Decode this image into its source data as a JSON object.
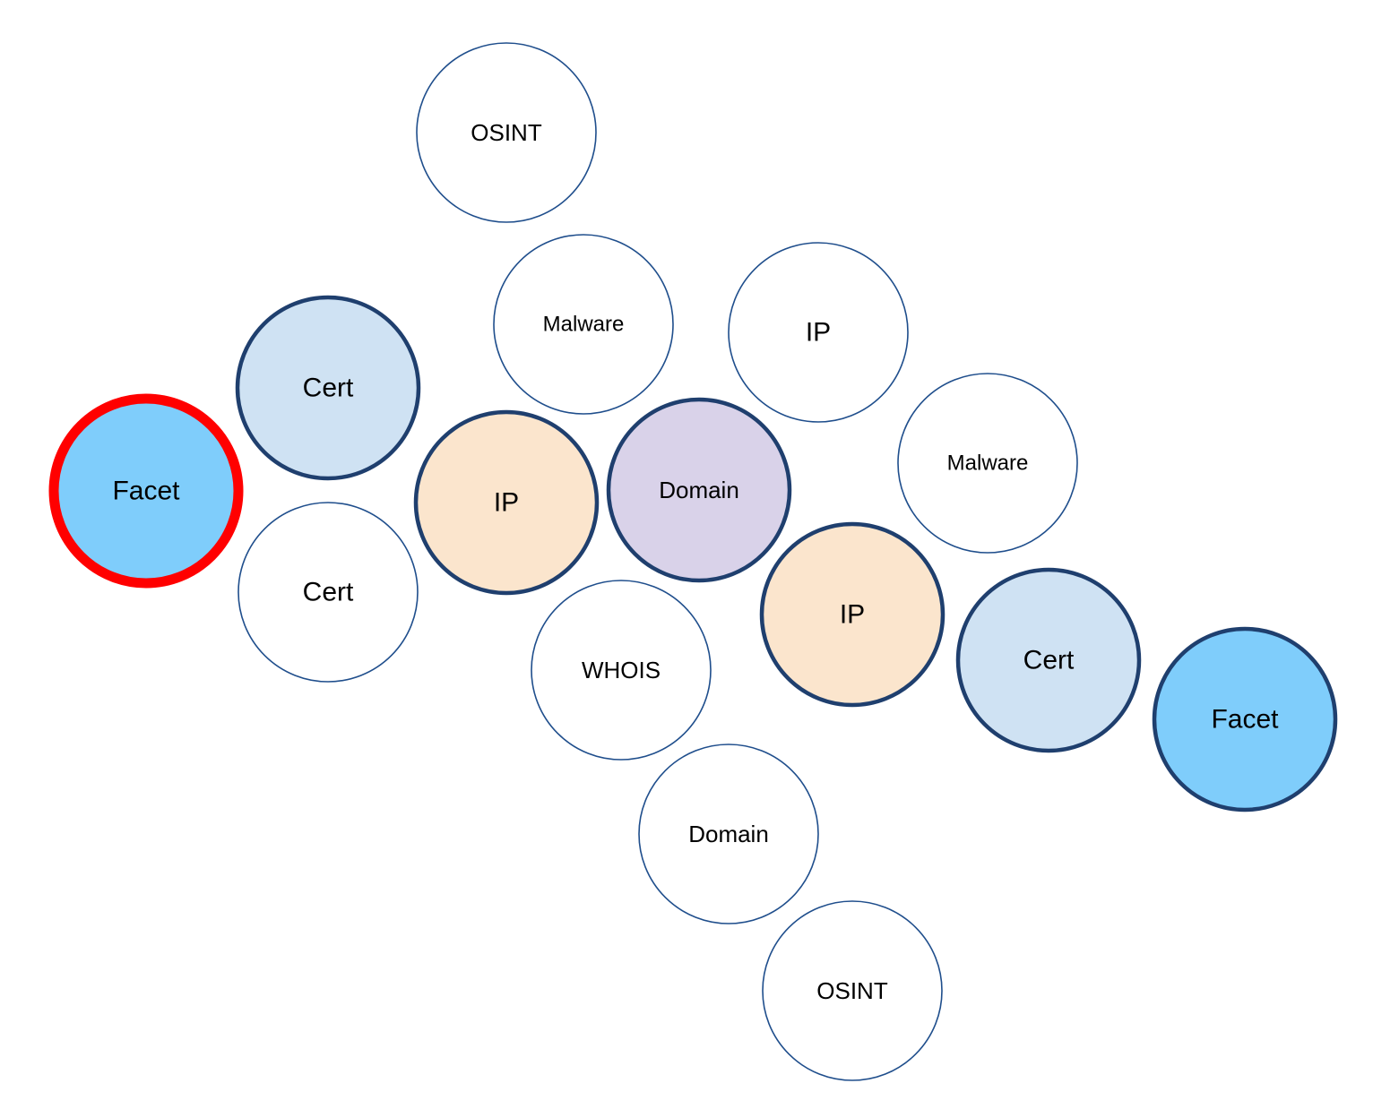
{
  "diagram": {
    "nodes": [
      {
        "id": "osint-top",
        "label": "OSINT",
        "fill": "#ffffff",
        "stroke": "#1f4e8c",
        "emphasis": "normal"
      },
      {
        "id": "malware-top",
        "label": "Malware",
        "fill": "#ffffff",
        "stroke": "#1f4e8c",
        "emphasis": "normal"
      },
      {
        "id": "ip-top-right",
        "label": "IP",
        "fill": "#ffffff",
        "stroke": "#1f4e8c",
        "emphasis": "normal"
      },
      {
        "id": "cert-upper",
        "label": "Cert",
        "fill": "#cfe2f3",
        "stroke": "#1f3f6e",
        "emphasis": "bold"
      },
      {
        "id": "facet-left",
        "label": "Facet",
        "fill": "#7fcdfb",
        "stroke": "#ff0000",
        "emphasis": "highlight"
      },
      {
        "id": "ip-center",
        "label": "IP",
        "fill": "#fbe5cd",
        "stroke": "#1f3f6e",
        "emphasis": "bold"
      },
      {
        "id": "domain-center",
        "label": "Domain",
        "fill": "#d9d2e9",
        "stroke": "#1f3f6e",
        "emphasis": "bold"
      },
      {
        "id": "malware-right",
        "label": "Malware",
        "fill": "#ffffff",
        "stroke": "#1f4e8c",
        "emphasis": "normal"
      },
      {
        "id": "cert-lower",
        "label": "Cert",
        "fill": "#ffffff",
        "stroke": "#1f4e8c",
        "emphasis": "normal"
      },
      {
        "id": "ip-lower",
        "label": "IP",
        "fill": "#fbe5cd",
        "stroke": "#1f3f6e",
        "emphasis": "bold"
      },
      {
        "id": "whois",
        "label": "WHOIS",
        "fill": "#ffffff",
        "stroke": "#1f4e8c",
        "emphasis": "normal"
      },
      {
        "id": "cert-right",
        "label": "Cert",
        "fill": "#cfe2f3",
        "stroke": "#1f3f6e",
        "emphasis": "bold"
      },
      {
        "id": "facet-right",
        "label": "Facet",
        "fill": "#7fcdfb",
        "stroke": "#1f3f6e",
        "emphasis": "bold"
      },
      {
        "id": "domain-lower",
        "label": "Domain",
        "fill": "#ffffff",
        "stroke": "#1f4e8c",
        "emphasis": "normal"
      },
      {
        "id": "osint-bottom",
        "label": "OSINT",
        "fill": "#ffffff",
        "stroke": "#1f4e8c",
        "emphasis": "normal"
      }
    ]
  }
}
